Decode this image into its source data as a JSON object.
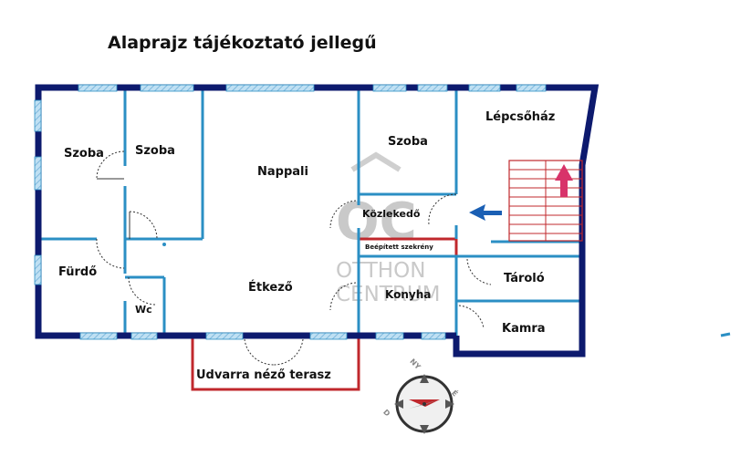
{
  "title": "Alaprajz tájékoztató jellegű",
  "rooms": {
    "szoba_left": "Szoba",
    "szoba_mid": "Szoba",
    "nappali": "Nappali",
    "szoba_right": "Szoba",
    "lepcsohaz": "Lépcsőház",
    "kozlekedo": "Közlekedő",
    "beepitett": "Beépített szekrény",
    "furdo": "Fürdő",
    "wc": "Wc",
    "etkezo": "Étkező",
    "konyha": "Konyha",
    "tarolo": "Tároló",
    "kamra": "Kamra",
    "terasz": "Udvarra néző terasz"
  },
  "watermark": {
    "logo": "OC",
    "line1": "OTTHON",
    "line2": "CENTRUM"
  },
  "compass": {
    "n": "NY",
    "e": "É",
    "w": "D"
  },
  "colors": {
    "outer_wall": "#0d1a6e",
    "inner_wall": "#2b8fc4",
    "terrace": "#c0282d",
    "stairs": "#c0282d",
    "arrow": "#1a5fb4"
  },
  "icons": [
    "stairs-up-arrow-icon",
    "direction-arrow-icon",
    "compass-icon"
  ]
}
